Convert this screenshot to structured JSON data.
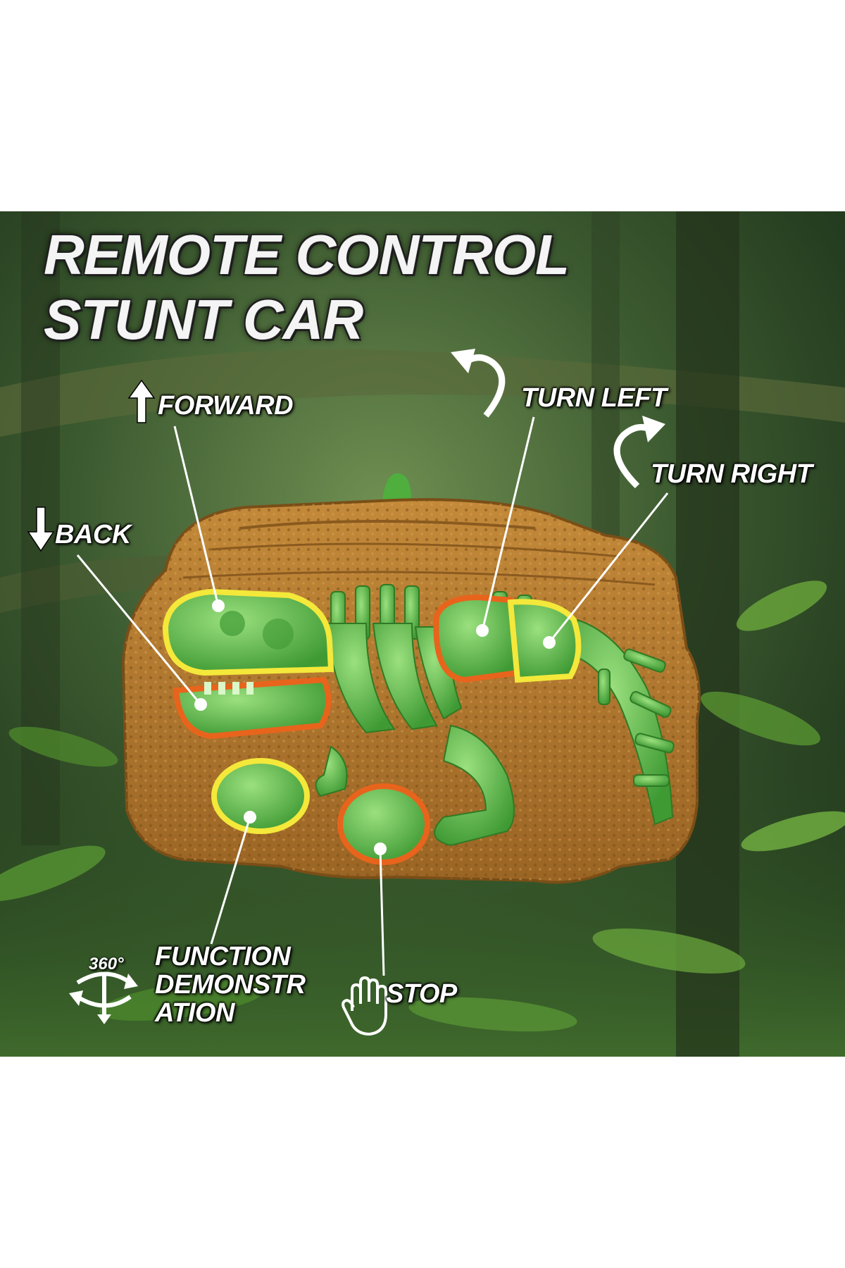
{
  "headline": {
    "line1": "REMOTE CONTROL",
    "line2": "STUNT CAR"
  },
  "labels": {
    "forward": "FORWARD",
    "back": "BACK",
    "turn_left": "TURN LEFT",
    "turn_right": "TURN RIGHT",
    "function_line1": "FUNCTION",
    "function_line2": "DEMONSTR",
    "function_line3": "ATION",
    "stop": "STOP",
    "rotate_badge": "360°"
  },
  "icons": [
    "up-arrow-icon",
    "down-arrow-icon",
    "turn-left-arrow-icon",
    "turn-right-arrow-icon",
    "rotate-360-icon",
    "hand-stop-icon"
  ],
  "colors": {
    "remote_body": "#b07a2e",
    "dino_green": "#5fc44a",
    "glow_yellow": "#f4e83a",
    "glow_orange": "#e8641c",
    "forest_dark": "#1f3a1e"
  }
}
